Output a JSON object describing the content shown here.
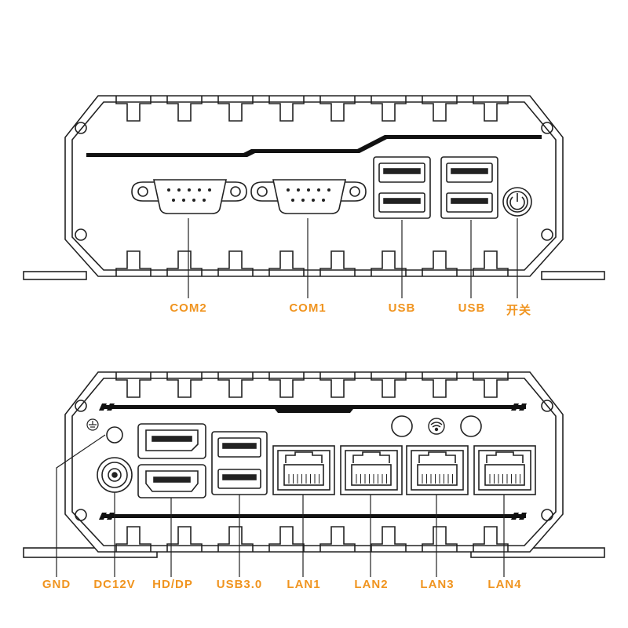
{
  "colors": {
    "line": "#222222",
    "label": "#f0941f",
    "fill": "#ffffff",
    "dark": "#111111"
  },
  "top_panel": {
    "labels": {
      "com2": "COM2",
      "com1": "COM1",
      "usb_a": "USB",
      "usb_b": "USB",
      "power": "开关"
    }
  },
  "bottom_panel": {
    "labels": {
      "gnd": "GND",
      "dc": "DC12V",
      "hddp": "HD/DP",
      "usb3": "USB3.0",
      "lan1": "LAN1",
      "lan2": "LAN2",
      "lan3": "LAN3",
      "lan4": "LAN4"
    },
    "icons": [
      "ground-icon",
      "wifi-icon"
    ]
  }
}
